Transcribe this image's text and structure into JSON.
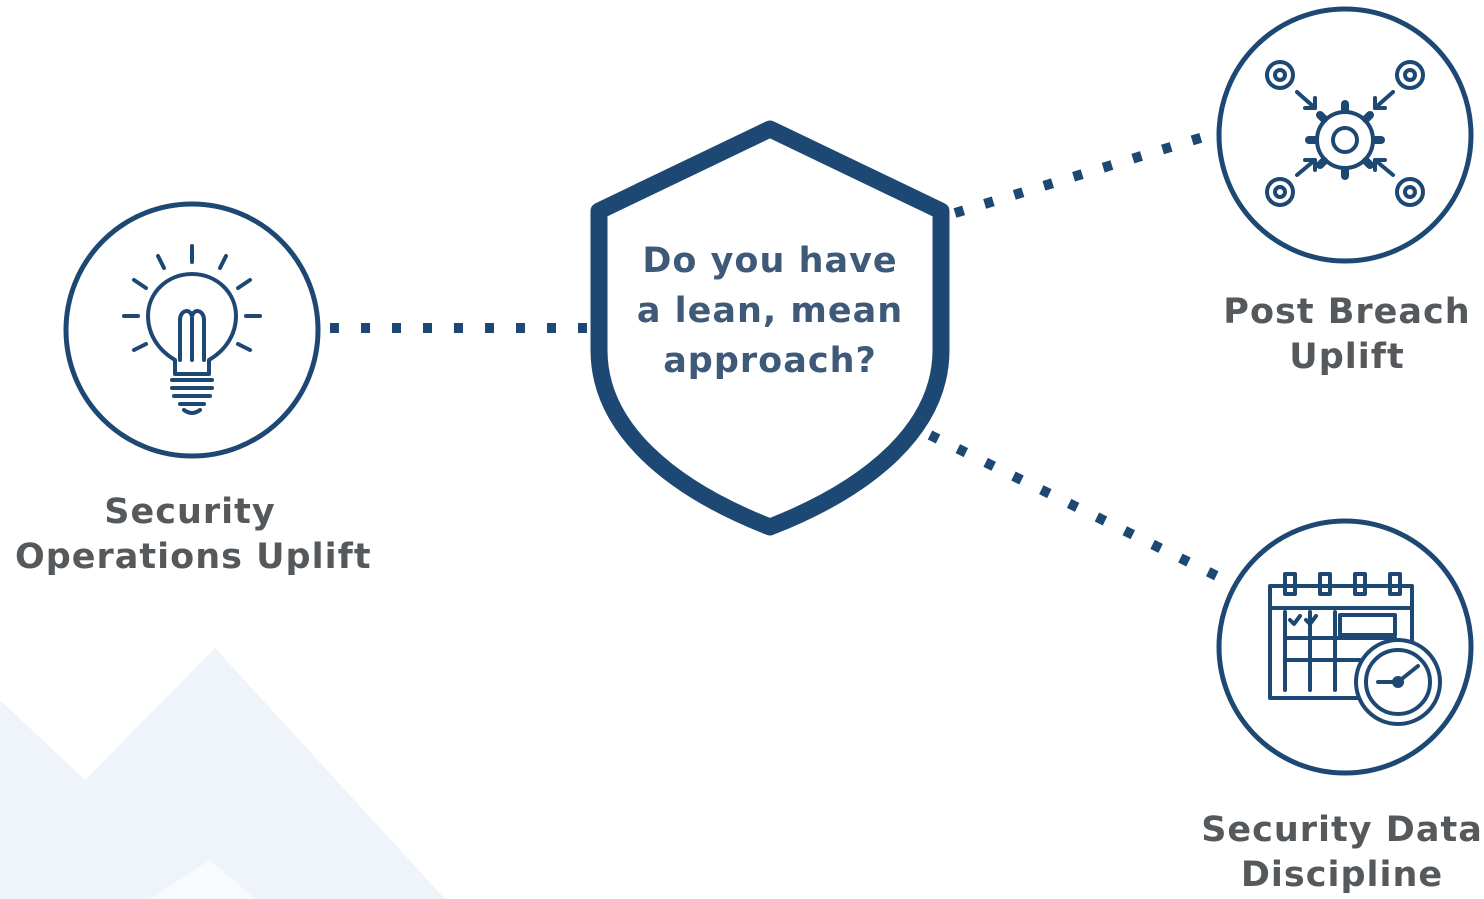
{
  "center": {
    "lines": [
      "Do you have",
      "a lean, mean",
      "approach?"
    ]
  },
  "nodes": [
    {
      "id": "security-operations-uplift",
      "icon": "lightbulb-icon",
      "lines": [
        "Security",
        "Operations Uplift"
      ]
    },
    {
      "id": "post-breach-uplift",
      "icon": "gears-convergence-icon",
      "lines": [
        "Post Breach",
        "Uplift"
      ]
    },
    {
      "id": "security-data-discipline",
      "icon": "calendar-clock-icon",
      "lines": [
        "Security Data",
        "Discipline"
      ]
    }
  ],
  "colors": {
    "primary": "#1e4874",
    "label_text": "#56595c",
    "center_text": "#3e5a78",
    "watermark": "#eef4f9",
    "background": "#ffffff"
  }
}
